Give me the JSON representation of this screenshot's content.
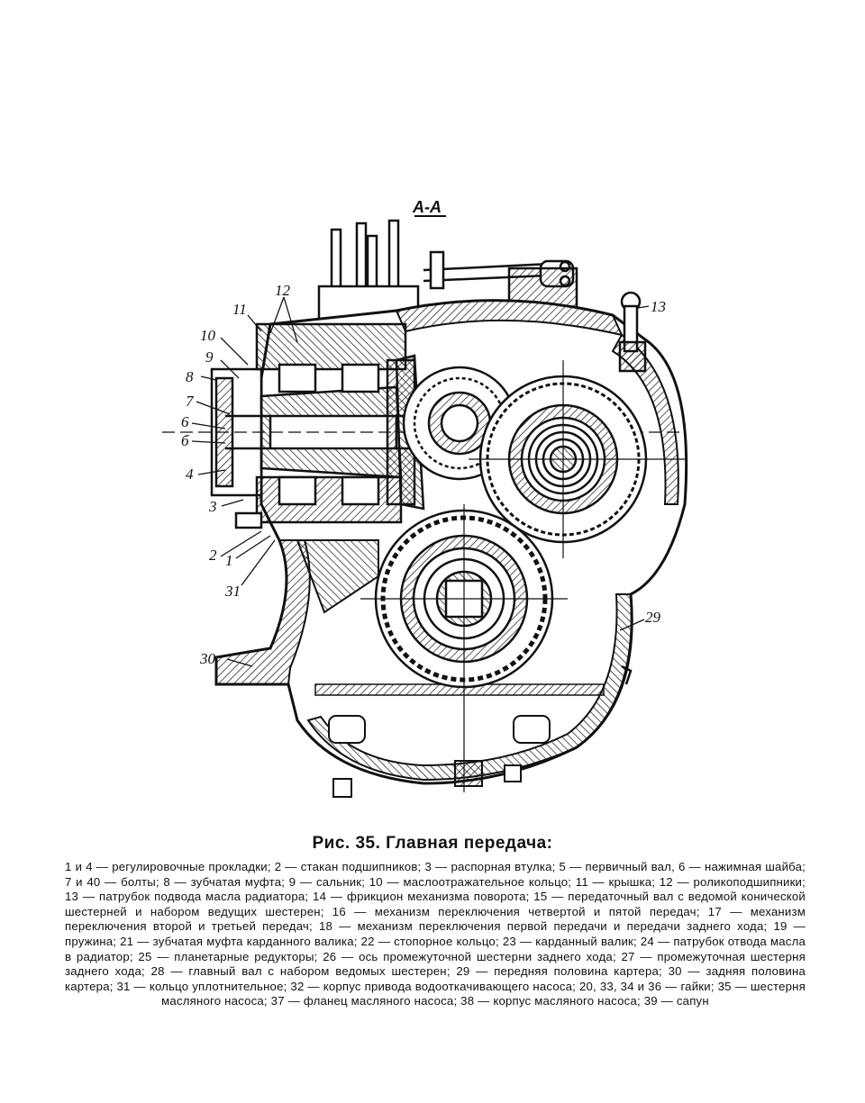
{
  "figure": {
    "section_label": "А-А",
    "callouts": [
      "12",
      "11",
      "10",
      "9",
      "8",
      "7",
      "6",
      "б",
      "4",
      "3",
      "2",
      "1",
      "31",
      "30",
      "29",
      "13"
    ]
  },
  "caption": "Рис. 35. Главная передача:",
  "legend": "1 и 4 — регулировочные прокладки; 2 — стакан подшипников; 3 — распорная втулка; 5 — первичный вал, 6 — нажимная шайба; 7 и 40 — болты; 8 — зубчатая муфта; 9 — сальник; 10 — маслоотражательное кольцо; 11 — крышка; 12 — роликоподшипники; 13 — патрубок подвода масла радиатора; 14 — фрикцион механизма поворота; 15 — передаточный вал с ведомой конической шестерней и набором ведущих шестерен; 16 — механизм переключения четвертой и пятой передач; 17 — механизм переключения второй и третьей передач; 18 — механизм переключения первой передачи и передачи заднего хода; 19 — пружина; 21 — зубчатая муфта карданного валика; 22 — стопорное кольцо; 23 — карданный валик; 24 — патрубок отвода масла в радиатор; 25 — планетарные редукторы; 26 — ось промежуточной шестерни заднего хода; 27 — промежуточная шестерня заднего хода; 28 — главный вал с набором ведомых шестерен; 29 — передняя половина картера; 30 — задняя половина картера; 31 — кольцо уплотнительное; 32 — корпус привода водооткачивающего насоса; 20, 33, 34 и 36 — гайки; 35 — шестерня масляного насоса; 37 — фланец масляного насоса; 38 — корпус масляного насоса; 39 — сапун",
  "colors": {
    "ink": "#111111",
    "paper": "#ffffff"
  }
}
